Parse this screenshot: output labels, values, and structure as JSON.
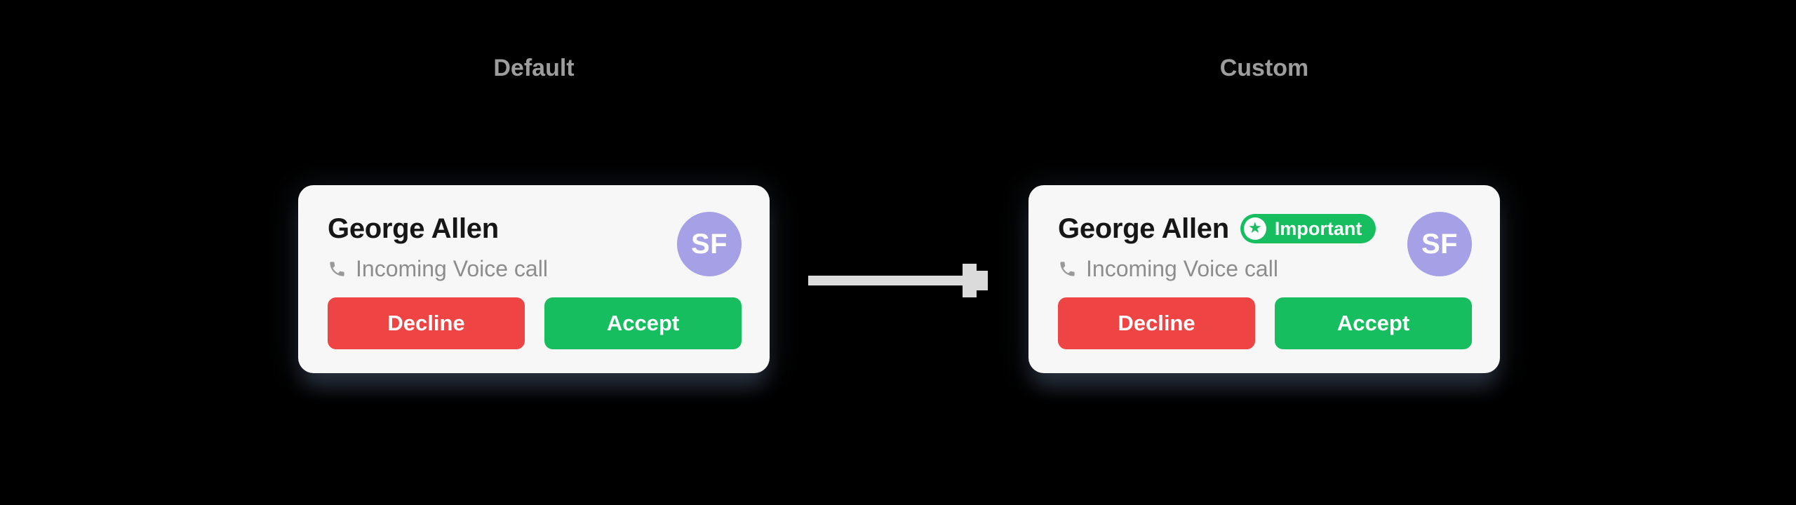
{
  "colors": {
    "background": "#000000",
    "card_background": "#F7F7F7",
    "accent_green": "#16BE60",
    "danger_red": "#EF4444",
    "avatar_purple": "#A6A0E6",
    "label_gray": "#9D9D9D",
    "subtitle_gray": "#8D8D8D",
    "title_color": "#161616",
    "arrow_gray": "#DBDBDB",
    "badge_text_color": "#FFFFFF"
  },
  "icons": {
    "star_glyph": "★",
    "phone": "phone-icon",
    "star": "star-icon",
    "arrow": "arrow-right-icon"
  },
  "panels": {
    "default": {
      "label": "Default",
      "card": {
        "caller_name": "George Allen",
        "call_type": "Incoming Voice call",
        "avatar_initials": "SF",
        "decline_label": "Decline",
        "accept_label": "Accept"
      }
    },
    "custom": {
      "label": "Custom",
      "card": {
        "caller_name": "George Allen",
        "badge_label": "Important",
        "call_type": "Incoming Voice call",
        "avatar_initials": "SF",
        "decline_label": "Decline",
        "accept_label": "Accept"
      }
    }
  }
}
